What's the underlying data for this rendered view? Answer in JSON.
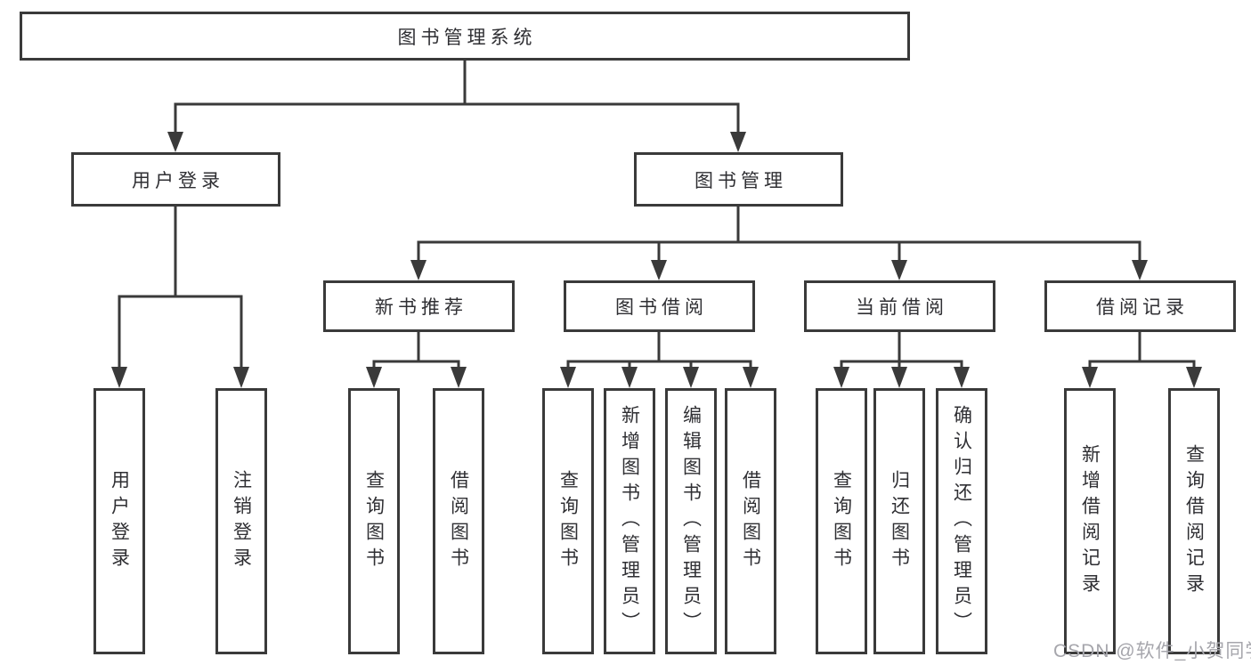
{
  "nodes": {
    "root": {
      "label": "图书管理系统"
    },
    "level1": [
      {
        "label": "用户登录"
      },
      {
        "label": "图书管理"
      }
    ],
    "level2": [
      {
        "label": "新书推荐"
      },
      {
        "label": "图书借阅"
      },
      {
        "label": "当前借阅"
      },
      {
        "label": "借阅记录"
      }
    ],
    "groups": [
      {
        "parent": "用户登录",
        "children": [
          {
            "label": "用户登录"
          },
          {
            "label": "注销登录"
          }
        ]
      },
      {
        "parent": "新书推荐",
        "children": [
          {
            "label": "查询图书"
          },
          {
            "label": "借阅图书"
          }
        ]
      },
      {
        "parent": "图书借阅",
        "children": [
          {
            "label": "查询图书"
          },
          {
            "label": "新增图书（管理员）"
          },
          {
            "label": "编辑图书（管理员）"
          },
          {
            "label": "借阅图书"
          }
        ]
      },
      {
        "parent": "当前借阅",
        "children": [
          {
            "label": "查询图书"
          },
          {
            "label": "归还图书"
          },
          {
            "label": "确认归还（管理员）"
          }
        ]
      },
      {
        "parent": "借阅记录",
        "children": [
          {
            "label": "新增借阅记录"
          },
          {
            "label": "查询借阅记录"
          }
        ]
      }
    ]
  },
  "watermark": "CSDN @软件_小贺同学",
  "colors": {
    "line": "#3a3a3a",
    "text": "#2f2f33",
    "box_bg": "#ffffff",
    "background": "#ffffff",
    "watermark": "#a6a6ac"
  }
}
